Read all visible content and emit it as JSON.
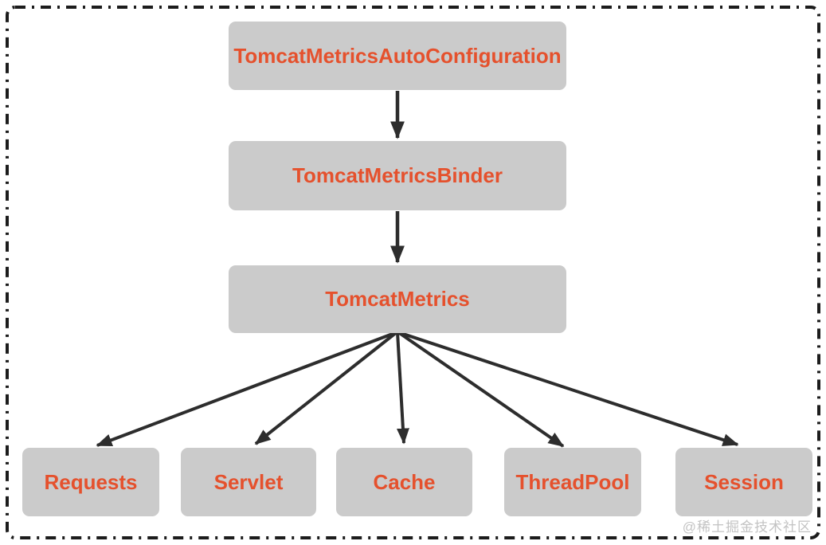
{
  "diagram": {
    "type": "flowchart",
    "nodes": {
      "root": {
        "label": "TomcatMetricsAutoConfiguration"
      },
      "binder": {
        "label": "TomcatMetricsBinder"
      },
      "metrics": {
        "label": "TomcatMetrics"
      },
      "children": [
        {
          "label": "Requests"
        },
        {
          "label": "Servlet"
        },
        {
          "label": "Cache"
        },
        {
          "label": "ThreadPool"
        },
        {
          "label": "Session"
        }
      ]
    },
    "edges": [
      {
        "from": "TomcatMetricsAutoConfiguration",
        "to": "TomcatMetricsBinder"
      },
      {
        "from": "TomcatMetricsBinder",
        "to": "TomcatMetrics"
      },
      {
        "from": "TomcatMetrics",
        "to": "Requests"
      },
      {
        "from": "TomcatMetrics",
        "to": "Servlet"
      },
      {
        "from": "TomcatMetrics",
        "to": "Cache"
      },
      {
        "from": "TomcatMetrics",
        "to": "ThreadPool"
      },
      {
        "from": "TomcatMetrics",
        "to": "Session"
      }
    ],
    "watermark": "@稀土掘金技术社区",
    "colors": {
      "background": "#ffffff",
      "node_fill": "#cbcbcb",
      "node_text": "#e5512d",
      "arrow": "#2d2d2d",
      "border": "#1c1c1c",
      "watermark": "#c3c3c3"
    }
  }
}
